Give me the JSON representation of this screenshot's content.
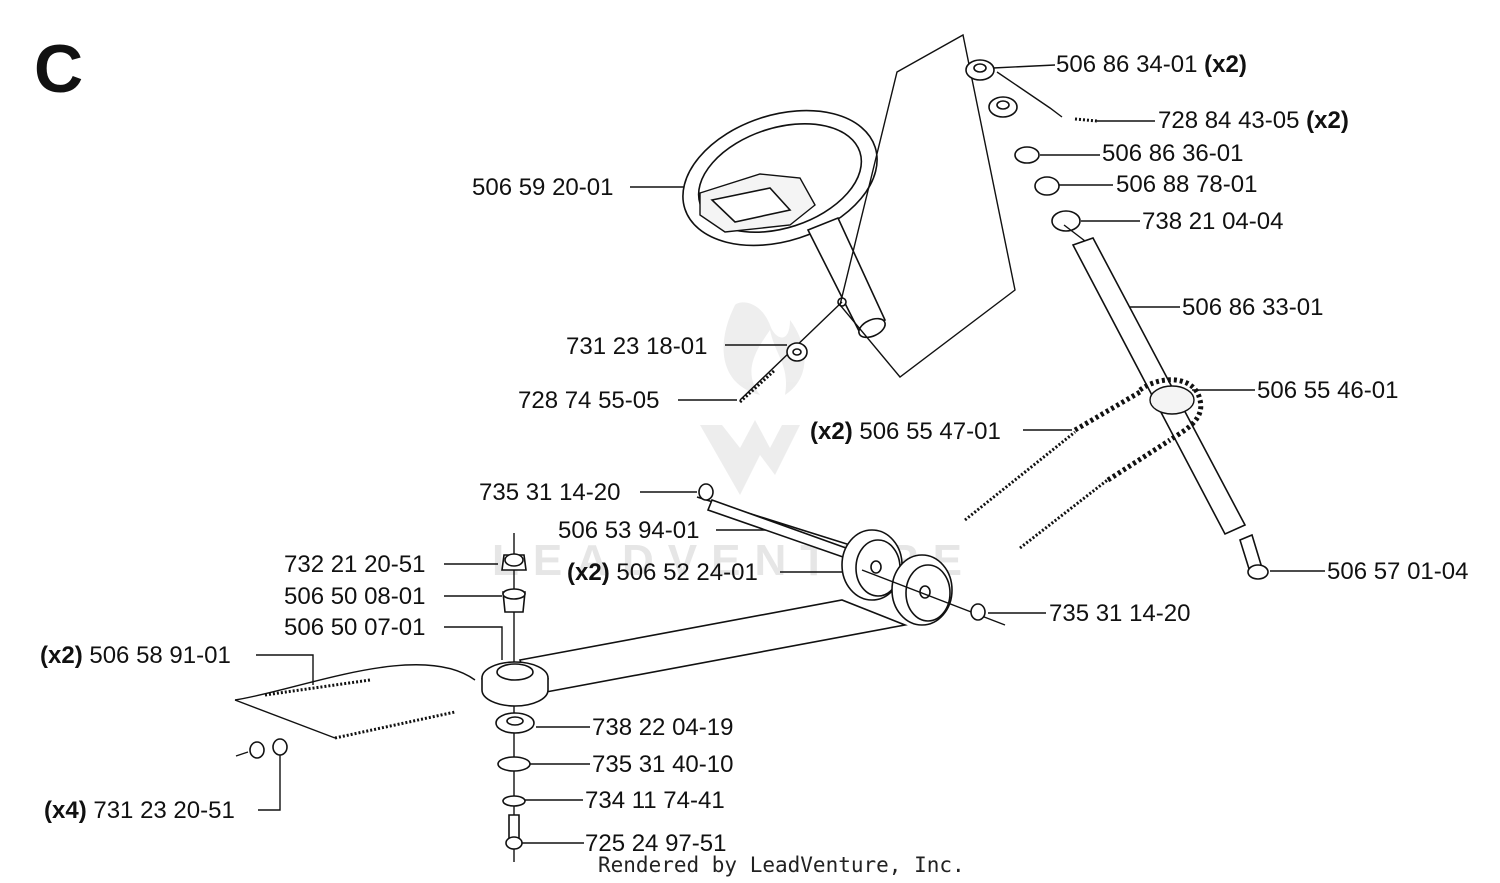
{
  "section": "C",
  "footer": "Rendered by LeadVenture, Inc.",
  "watermark": {
    "text": "LEADVENTURE",
    "icon": "leadventure-flame-logo"
  },
  "labels": {
    "l1": {
      "qty": "",
      "part": "506 86 34-01",
      "suffix": "(x2)"
    },
    "l2": {
      "qty": "",
      "part": "728 84 43-05",
      "suffix": "(x2)"
    },
    "l3": {
      "qty": "",
      "part": "506 86 36-01",
      "suffix": ""
    },
    "l4": {
      "qty": "",
      "part": "506 88 78-01",
      "suffix": ""
    },
    "l5": {
      "qty": "",
      "part": "738 21 04-04",
      "suffix": ""
    },
    "l6": {
      "qty": "",
      "part": "506 59 20-01",
      "suffix": ""
    },
    "l7": {
      "qty": "",
      "part": "506 86 33-01",
      "suffix": ""
    },
    "l8": {
      "qty": "",
      "part": "731 23 18-01",
      "suffix": ""
    },
    "l9": {
      "qty": "",
      "part": "506 55 46-01",
      "suffix": ""
    },
    "l10": {
      "qty": "",
      "part": "728 74 55-05",
      "suffix": ""
    },
    "l11": {
      "qty": "(x2)",
      "part": "506 55 47-01",
      "suffix": ""
    },
    "l12": {
      "qty": "",
      "part": "735 31 14-20",
      "suffix": ""
    },
    "l13": {
      "qty": "",
      "part": "506 53 94-01",
      "suffix": ""
    },
    "l14": {
      "qty": "",
      "part": "732 21 20-51",
      "suffix": ""
    },
    "l15": {
      "qty": "(x2)",
      "part": "506 52 24-01",
      "suffix": ""
    },
    "l16": {
      "qty": "",
      "part": "506 57 01-04",
      "suffix": ""
    },
    "l17": {
      "qty": "",
      "part": "506 50 08-01",
      "suffix": ""
    },
    "l18": {
      "qty": "",
      "part": "735 31 14-20",
      "suffix": ""
    },
    "l19": {
      "qty": "",
      "part": "506 50 07-01",
      "suffix": ""
    },
    "l20": {
      "qty": "(x2)",
      "part": "506 58 91-01",
      "suffix": ""
    },
    "l21": {
      "qty": "",
      "part": "738 22 04-19",
      "suffix": ""
    },
    "l22": {
      "qty": "",
      "part": "735 31 40-10",
      "suffix": ""
    },
    "l23": {
      "qty": "",
      "part": "734 11 74-41",
      "suffix": ""
    },
    "l24": {
      "qty": "(x4)",
      "part": "731 23 20-51",
      "suffix": ""
    },
    "l25": {
      "qty": "",
      "part": "725 24 97-51",
      "suffix": ""
    }
  }
}
